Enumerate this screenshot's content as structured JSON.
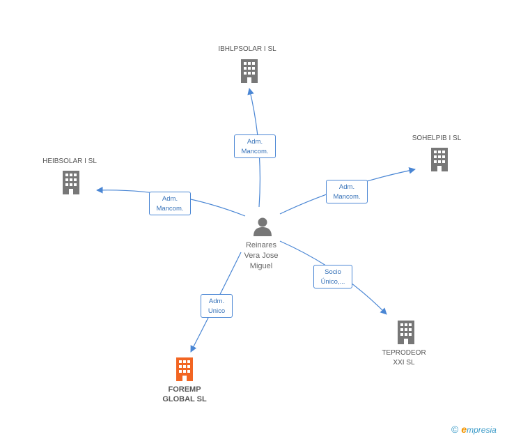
{
  "center": {
    "name_lines": [
      "Reinares",
      "Vera Jose",
      "Miguel"
    ]
  },
  "nodes": [
    {
      "id": "ibhlpsolar",
      "lines": [
        "IBHLPSOLAR I SL"
      ],
      "color": "#777777",
      "focus": false
    },
    {
      "id": "sohelpib",
      "lines": [
        "SOHELPIB I SL"
      ],
      "color": "#777777",
      "focus": false
    },
    {
      "id": "heibsolar",
      "lines": [
        "HEIBSOLAR I SL"
      ],
      "color": "#777777",
      "focus": false
    },
    {
      "id": "teprodeor",
      "lines": [
        "TEPRODEOR",
        "XXI SL"
      ],
      "color": "#777777",
      "focus": false
    },
    {
      "id": "foremp",
      "lines": [
        "FOREMP",
        "GLOBAL SL"
      ],
      "color": "#f26522",
      "focus": true
    }
  ],
  "edges": [
    {
      "to": "ibhlpsolar",
      "lines": [
        "Adm.",
        "Mancom."
      ]
    },
    {
      "to": "sohelpib",
      "lines": [
        "Adm.",
        "Mancom."
      ]
    },
    {
      "to": "heibsolar",
      "lines": [
        "Adm.",
        "Mancom."
      ]
    },
    {
      "to": "teprodeor",
      "lines": [
        "Socio",
        "Único,..."
      ]
    },
    {
      "to": "foremp",
      "lines": [
        "Adm.",
        "Unico"
      ]
    }
  ],
  "colors": {
    "edge": "#4a86d4",
    "building": "#777777",
    "focus": "#f26522",
    "person": "#777777"
  },
  "credit": {
    "symbol": "©",
    "brand_initial": "e",
    "brand_rest": "mpresia"
  }
}
